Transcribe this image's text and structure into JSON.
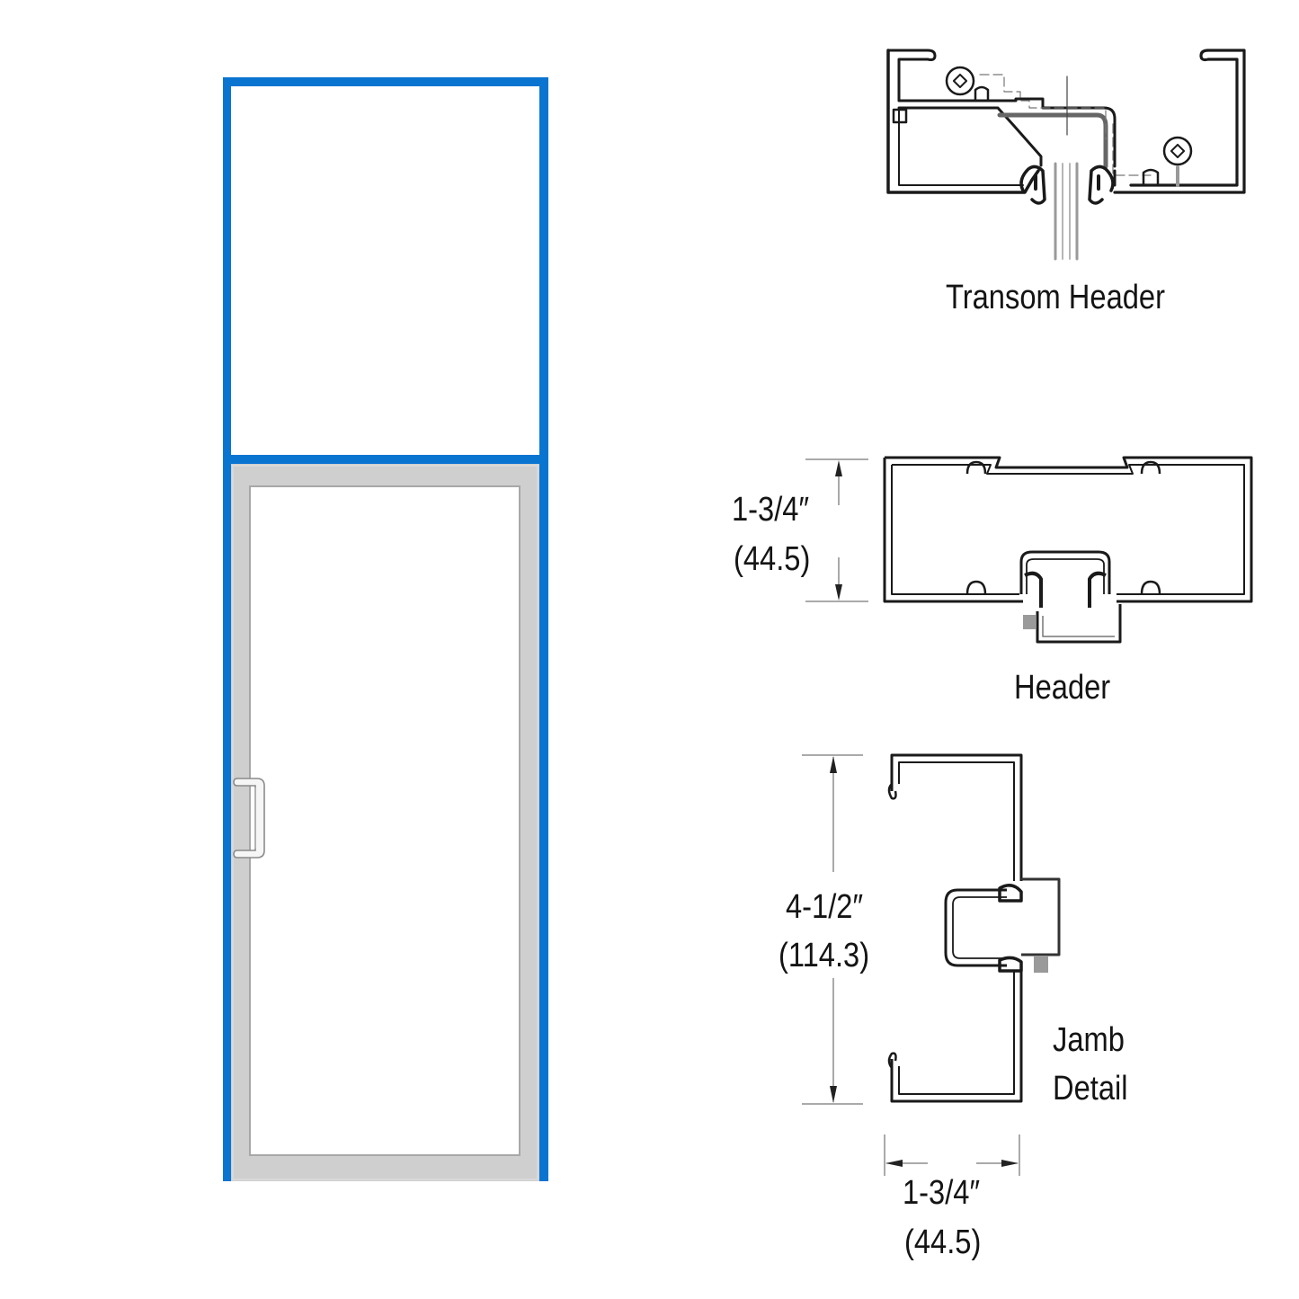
{
  "colors": {
    "frame_blue": "#0a74d1",
    "door_rail_gray": "#cfcfcf",
    "glass": "#ffffff",
    "profile_stroke": "#1a1a1a",
    "dimension_line": "#444444",
    "gasket_gray": "#9a9a9a"
  },
  "elevation": {
    "transom_panel": "transom-glass",
    "door_panel": "door-glass",
    "handle": "pull-handle"
  },
  "details": {
    "transom_header": {
      "label": "Transom Header"
    },
    "header": {
      "label": "Header",
      "dimension_imperial": "1-3/4″",
      "dimension_metric": "(44.5)"
    },
    "jamb": {
      "label_line1": "Jamb",
      "label_line2": "Detail",
      "height_imperial": "4-1/2″",
      "height_metric": "(114.3)",
      "width_imperial": "1-3/4″",
      "width_metric": "(44.5)"
    }
  }
}
